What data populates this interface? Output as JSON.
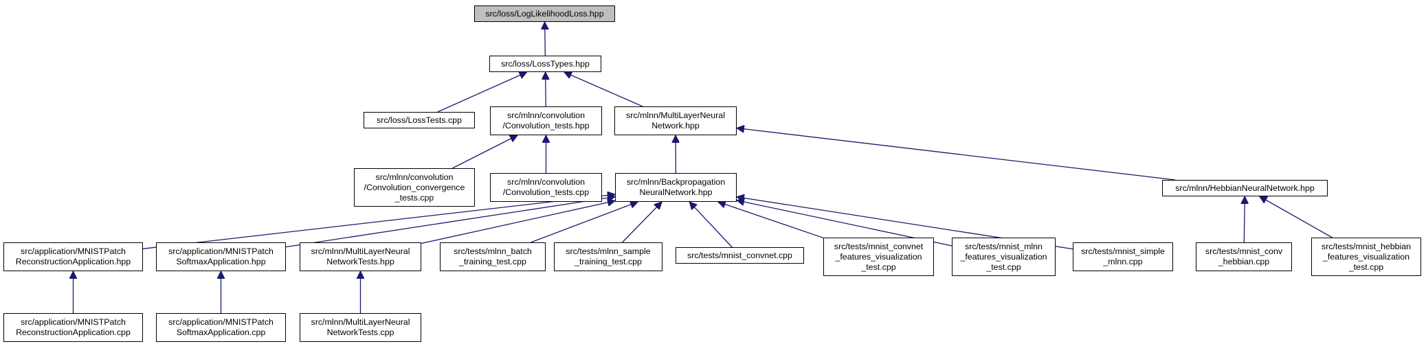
{
  "graph": {
    "edge_color": "#191970",
    "root_fill": "#bfbfbf",
    "nodes": [
      {
        "id": "root",
        "label": "src/loss/LogLikelihoodLoss.hpp"
      },
      {
        "id": "losstypes",
        "label": "src/loss/LossTypes.hpp"
      },
      {
        "id": "losstests",
        "label": "src/loss/LossTests.cpp"
      },
      {
        "id": "convtests_hpp",
        "label": "src/mlnn/convolution\n/Convolution_tests.hpp"
      },
      {
        "id": "mlnn_hpp",
        "label": "src/mlnn/MultiLayerNeural\nNetwork.hpp"
      },
      {
        "id": "conv_convergence",
        "label": "src/mlnn/convolution\n/Convolution_convergence\n_tests.cpp"
      },
      {
        "id": "convtests_cpp",
        "label": "src/mlnn/convolution\n/Convolution_tests.cpp"
      },
      {
        "id": "backprop",
        "label": "src/mlnn/Backpropagation\nNeuralNetwork.hpp"
      },
      {
        "id": "hebbian",
        "label": "src/mlnn/HebbianNeuralNetwork.hpp"
      },
      {
        "id": "recon_hpp",
        "label": "src/application/MNISTPatch\nReconstructionApplication.hpp"
      },
      {
        "id": "softmax_hpp",
        "label": "src/application/MNISTPatch\nSoftmaxApplication.hpp"
      },
      {
        "id": "mlnntests_hpp",
        "label": "src/mlnn/MultiLayerNeural\nNetworkTests.hpp"
      },
      {
        "id": "batch",
        "label": "src/tests/mlnn_batch\n_training_test.cpp"
      },
      {
        "id": "sample",
        "label": "src/tests/mlnn_sample\n_training_test.cpp"
      },
      {
        "id": "convnet",
        "label": "src/tests/mnist_convnet.cpp"
      },
      {
        "id": "convnet_vis",
        "label": "src/tests/mnist_convnet\n_features_visualization\n_test.cpp"
      },
      {
        "id": "mlnn_vis",
        "label": "src/tests/mnist_mlnn\n_features_visualization\n_test.cpp"
      },
      {
        "id": "simple",
        "label": "src/tests/mnist_simple\n_mlnn.cpp"
      },
      {
        "id": "conv_hebbian",
        "label": "src/tests/mnist_conv\n_hebbian.cpp"
      },
      {
        "id": "hebbian_vis",
        "label": "src/tests/mnist_hebbian\n_features_visualization\n_test.cpp"
      },
      {
        "id": "recon_cpp",
        "label": "src/application/MNISTPatch\nReconstructionApplication.cpp"
      },
      {
        "id": "softmax_cpp",
        "label": "src/application/MNISTPatch\nSoftmaxApplication.cpp"
      },
      {
        "id": "mlnntests_cpp",
        "label": "src/mlnn/MultiLayerNeural\nNetworkTests.cpp"
      }
    ],
    "edges": [
      {
        "from": "losstypes",
        "to": "root"
      },
      {
        "from": "losstests",
        "to": "losstypes"
      },
      {
        "from": "convtests_hpp",
        "to": "losstypes"
      },
      {
        "from": "mlnn_hpp",
        "to": "losstypes"
      },
      {
        "from": "conv_convergence",
        "to": "convtests_hpp"
      },
      {
        "from": "convtests_cpp",
        "to": "convtests_hpp"
      },
      {
        "from": "backprop",
        "to": "mlnn_hpp"
      },
      {
        "from": "hebbian",
        "to": "mlnn_hpp"
      },
      {
        "from": "recon_hpp",
        "to": "backprop"
      },
      {
        "from": "softmax_hpp",
        "to": "backprop"
      },
      {
        "from": "mlnntests_hpp",
        "to": "backprop"
      },
      {
        "from": "batch",
        "to": "backprop"
      },
      {
        "from": "sample",
        "to": "backprop"
      },
      {
        "from": "convnet",
        "to": "backprop"
      },
      {
        "from": "convnet_vis",
        "to": "backprop"
      },
      {
        "from": "mlnn_vis",
        "to": "backprop"
      },
      {
        "from": "simple",
        "to": "backprop"
      },
      {
        "from": "conv_hebbian",
        "to": "hebbian"
      },
      {
        "from": "hebbian_vis",
        "to": "hebbian"
      },
      {
        "from": "recon_cpp",
        "to": "recon_hpp"
      },
      {
        "from": "softmax_cpp",
        "to": "softmax_hpp"
      },
      {
        "from": "mlnntests_cpp",
        "to": "mlnntests_hpp"
      }
    ]
  }
}
